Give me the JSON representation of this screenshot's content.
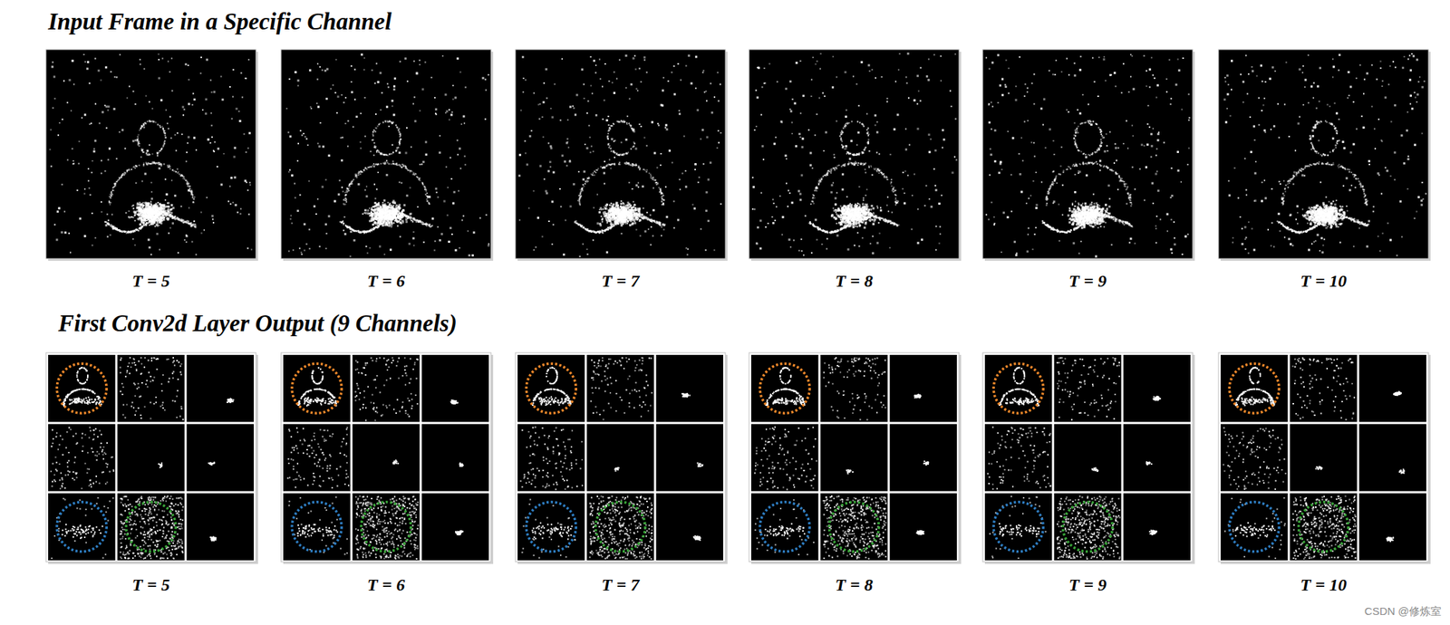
{
  "diagram": {
    "title": "Input Frame in a Specific Channel",
    "labels": [
      "First Conv2d Layer Output (9 Channels)",
      "T = 5",
      "T = 6",
      "T = 7",
      "T = 8",
      "T = 9",
      "T = 10",
      "T = 5",
      "T = 6",
      "T = 7",
      "T = 8",
      "T = 9",
      "T = 10",
      "CSDN @修炼室"
    ]
  }
}
